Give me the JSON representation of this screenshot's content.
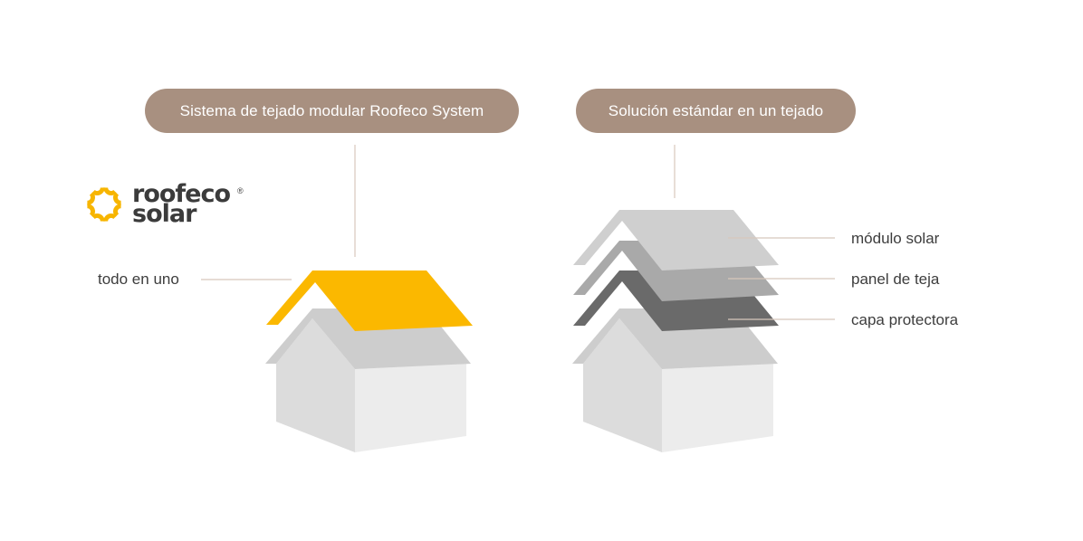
{
  "headers": {
    "left": "Sistema de tejado modular Roofeco System",
    "right": "Solución estándar en un tejado"
  },
  "logo": {
    "icon": "sun-icon",
    "word1": "roofeco",
    "word2": "solar",
    "registered": "®"
  },
  "left_house": {
    "label": "todo en uno",
    "roof_color": "#fbb800"
  },
  "right_house": {
    "layers": [
      {
        "label": "módulo solar",
        "color": "#cfcfcf"
      },
      {
        "label": "panel de teja",
        "color": "#a9a9a9"
      },
      {
        "label": "capa protectora",
        "color": "#6a6a6a"
      }
    ]
  },
  "colors": {
    "pill": "#a89080",
    "connector": "#d8c8bc",
    "house_roof": "#cdcdcd",
    "house_wall_left": "#dcdcdc",
    "house_wall_right": "#ececec",
    "logo_yellow": "#f7b500"
  }
}
